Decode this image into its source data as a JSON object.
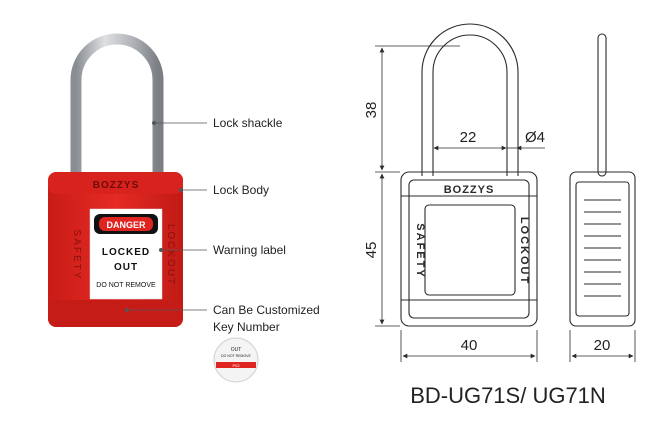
{
  "photo": {
    "brand": "BOZZYS",
    "side_left": "SAFETY",
    "side_right": "LOCKOUT",
    "label_danger": "DANGER",
    "label_locked": "LOCKED",
    "label_out": "OUT",
    "label_notice": "DO NOT REMOVE",
    "key_badge_top": "OUT",
    "key_badge_sub": "DO NOT REMOVE",
    "key_badge_number": "P02"
  },
  "callouts": [
    {
      "text": "Lock shackle"
    },
    {
      "text": "Lock Body"
    },
    {
      "text": "Warning label"
    },
    {
      "text": "Can Be Customized"
    },
    {
      "text": "Key Number"
    }
  ],
  "drawing": {
    "brand": "BOZZYS",
    "side_left": "SAFETY",
    "side_right": "LOCKOUT",
    "dims": {
      "shackle_height": "38",
      "shackle_inner_width": "22",
      "shackle_diameter": "Ø4",
      "body_height": "45",
      "body_width": "40",
      "body_depth": "20"
    }
  },
  "model": "BD-UG71S/ UG71N",
  "colors": {
    "lock_red": "#e0241f",
    "lock_red_dark": "#b5140f",
    "steel": "#c9ccd0",
    "line": "#2b2b2b"
  }
}
